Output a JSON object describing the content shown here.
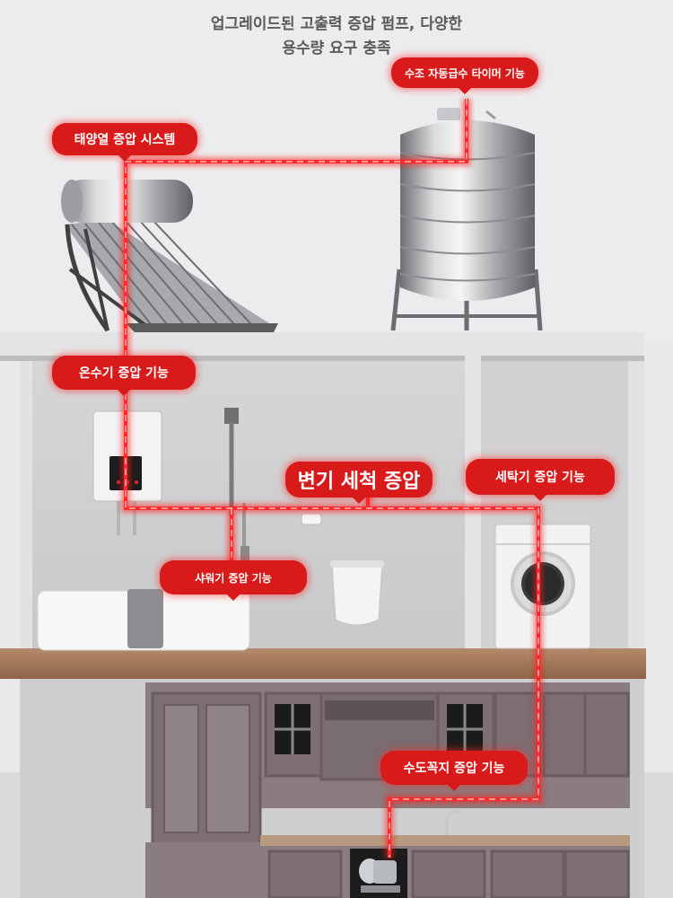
{
  "headline": {
    "line1": "업그레이드된 고출력 증압 펌프, 다양한",
    "line2": "용수량 요구 충족"
  },
  "labels": {
    "tank_timer": "수조 자동급수 타이머 기능",
    "solar_system": "태양열 증압 시스템",
    "water_heater": "온수기 증압 기능",
    "toilet": "변기 세척 증압",
    "washer": "세탁기 증압 기능",
    "shower": "샤워기 증압 기능",
    "faucet": "수도꼭지 증압 기능"
  },
  "colors": {
    "accent": "#d81a1a",
    "pipe": "#ff2a2a"
  }
}
